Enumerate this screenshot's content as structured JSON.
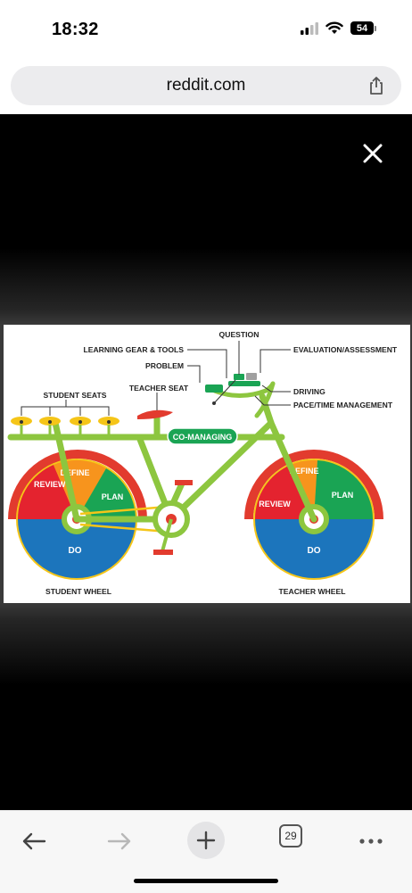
{
  "status": {
    "time": "18:32",
    "battery": "54"
  },
  "browser": {
    "url": "reddit.com",
    "tab_count": "29"
  },
  "diagram": {
    "labels": {
      "question": "QUESTION",
      "learning_gear": "LEARNING GEAR & TOOLS",
      "evaluation": "EVALUATION/ASSESSMENT",
      "problem": "PROBLEM",
      "teacher_seat": "TEACHER SEAT",
      "student_seats": "STUDENT SEATS",
      "driving": "DRIVING",
      "pace": "PACE/TIME MANAGEMENT",
      "co_managing": "CO-MANAGING",
      "student_wheel": "STUDENT WHEEL",
      "teacher_wheel": "TEACHER WHEEL"
    },
    "wheel_sections": {
      "define": "DEFINE",
      "plan": "PLAN",
      "review": "REVIEW",
      "do": "DO"
    }
  },
  "colors": {
    "frame_green": "#8dc63f",
    "plan_green": "#1aa454",
    "review_red": "#e4232f",
    "define_orange": "#f7941d",
    "do_blue": "#1c75bc",
    "rim_yellow": "#f5c518",
    "fender_red": "#e23b2e"
  },
  "icons": [
    "signal-icon",
    "wifi-icon",
    "battery-icon",
    "share-icon",
    "close-icon",
    "back-arrow-icon",
    "forward-arrow-icon",
    "plus-icon",
    "tabs-icon",
    "more-icon"
  ]
}
